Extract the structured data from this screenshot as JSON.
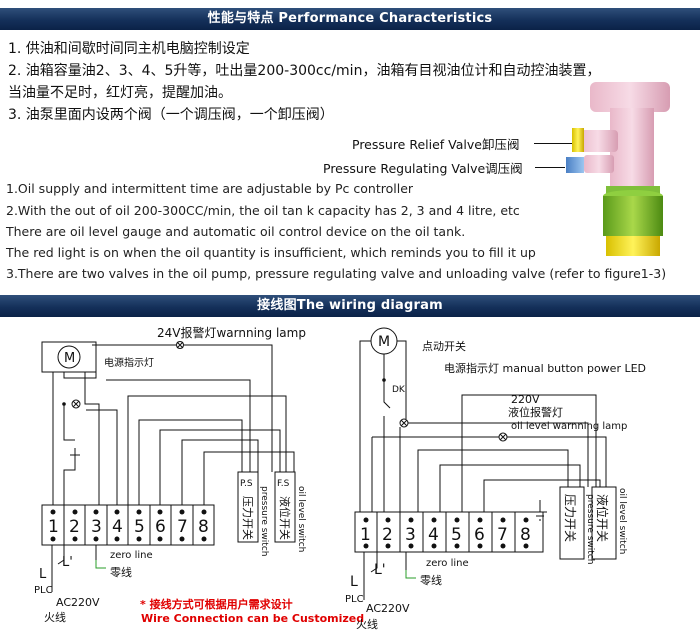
{
  "section1": {
    "title": "性能与特点 Performance Characteristics"
  },
  "features_cn": [
    "1. 供油和间歇时间同主机电脑控制设定",
    "2. 油箱容量油2、3、4、5升等，吐出量200-300cc/min，油箱有目视油位计和自动控油装置，",
    "当油量不足时，红灯亮，提醒加油。",
    "3. 油泵里面内设两个阀（一个调压阀，一个卸压阀）"
  ],
  "features_en": [
    "1.Oil supply and intermittent time are adjustable by Pc controller",
    "2.With the out of oil 200-300CC/min, the oil tan k capacity has 2, 3 and 4 litre, etc",
    "There are oil level gauge and automatic oil control device on the oil tank.",
    "The red light is on when the oil quantity is insufficient, which reminds you to fill it up",
    "3.There are two valves in the oil pump, pressure regulating valve and unloading valve (refer to figure1-3)"
  ],
  "valve_labels": {
    "relief": "Pressure Relief Valve卸压阀",
    "regulating": "Pressure Regulating Valve调压阀"
  },
  "section2": {
    "title": "接线图The wiring diagram"
  },
  "left_diagram": {
    "lamp": "24V报警灯warnning lamp",
    "motor": "M",
    "power_light": "电源指示灯",
    "terminals": [
      "1",
      "2",
      "3",
      "4",
      "5",
      "6",
      "7",
      "8"
    ],
    "zero_line_en": "zero line",
    "zero_line_cn": "零线",
    "L": "L",
    "Lprime": "L'",
    "plc": "PLC",
    "ac": "AC220V",
    "fire": "火线",
    "ps": "P.S",
    "fs": "F.S",
    "ps_cn": "压力开关",
    "ps_en": "pressure switch",
    "fs_cn": "液位开关",
    "fs_en": "oil level switch",
    "note_cn": "* 接线方式可根据用户需求设计",
    "note_en": "Wire Connection can be Customized"
  },
  "right_diagram": {
    "motor": "M",
    "jog": "点动开关",
    "power_light": "电源指示灯 manual button power LED",
    "dk": "DK",
    "v220": "220V",
    "alarm_cn": "液位报警灯",
    "alarm_en": "oil level warnning lamp",
    "terminals": [
      "1",
      "2",
      "3",
      "4",
      "5",
      "6",
      "7",
      "8"
    ],
    "zero_line_en": "zero line",
    "zero_line_cn": "零线",
    "L": "L",
    "Lprime": "L'",
    "plc": "PLC",
    "ac": "AC220V",
    "fire": "火线",
    "ps_cn": "压力开关",
    "ps_en": "pressure switch",
    "fs_cn": "液位开关",
    "fs_en": "oil level switch"
  },
  "colors": {
    "header_bar": "#14305a",
    "note_red": "#e00000",
    "zero_line_green": "#2a9d2a"
  }
}
